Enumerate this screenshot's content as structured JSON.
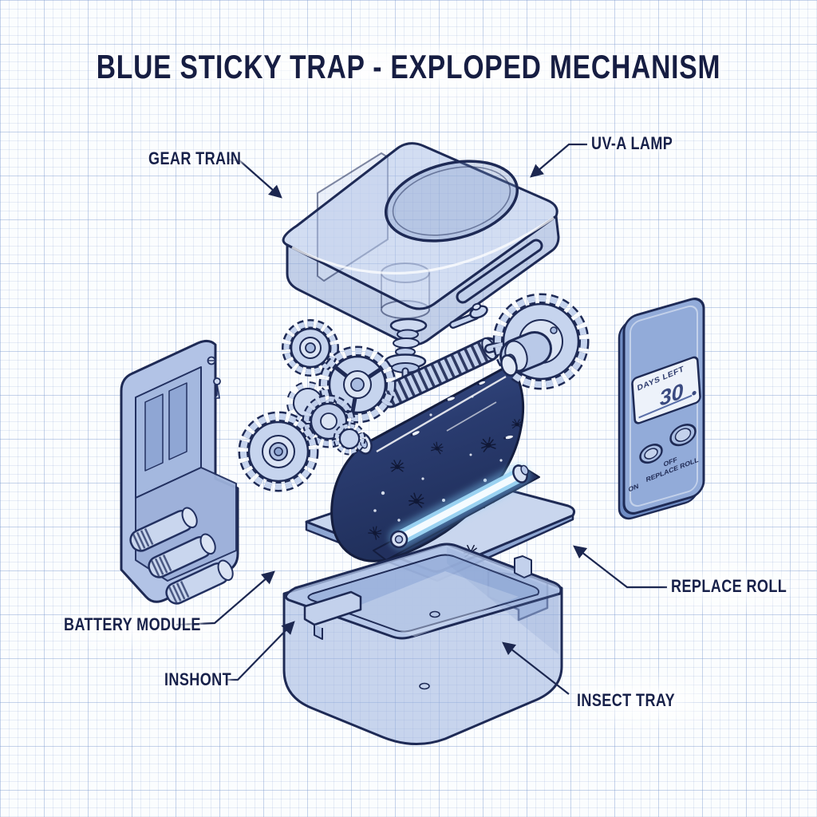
{
  "title": "BLUE STICKY TRAP - EXPLOPED MECHANISM",
  "callouts": {
    "gear_train": "GEAR TRAIN",
    "uv_a_lamp": "UV-A LAMP",
    "battery_module": "BATTERY MODULE",
    "inshont": "INSHONT",
    "insect_tray": "INSECT TRAY",
    "replace_roll": "REPLACE ROLL"
  },
  "control_panel": {
    "lcd_label": "DAYS LEFT",
    "lcd_value": "30",
    "on_label": "ON",
    "off_label": "OFF",
    "replace_label": "REPLACE ROLL"
  },
  "colors": {
    "ink_outline": "#1e2a55",
    "title_ink": "#161d42",
    "part_fill": "#bccbe9",
    "panel_fill": "#92abd9",
    "sticky_sheet_dark": "#243566",
    "sticky_sheet_light": "#39508a",
    "lamp_glow": "#9fd8f6",
    "lamp_core": "#f4fbff",
    "grid_line": "#ccd9ee",
    "paper": "#fbfdfe"
  }
}
